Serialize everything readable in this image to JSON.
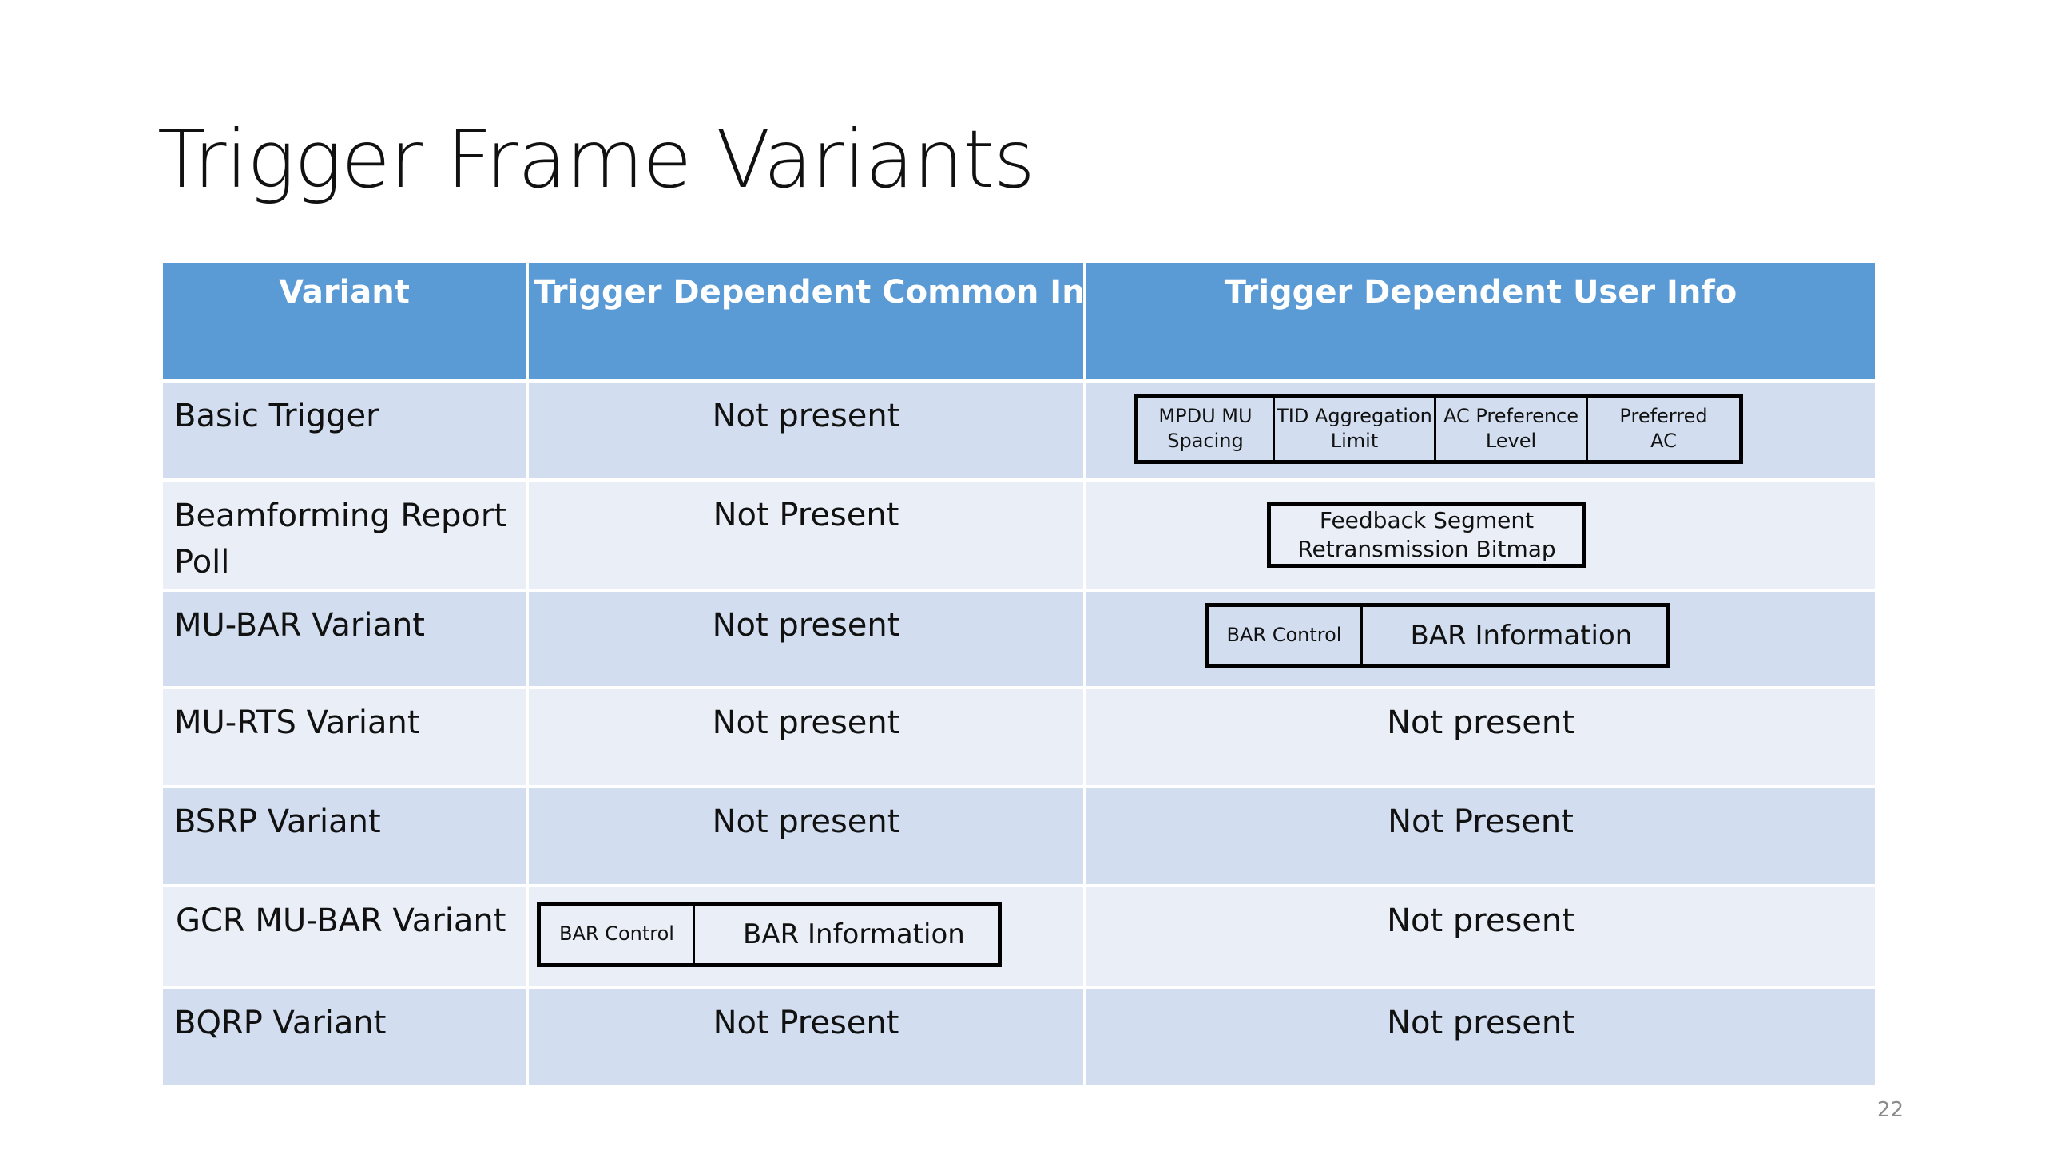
{
  "slide": {
    "title": "Trigger Frame Variants",
    "page_number": "22"
  },
  "table": {
    "headers": [
      "Variant",
      "Trigger Dependent Common Info",
      "Trigger Dependent User Info"
    ],
    "rows": [
      {
        "variant": "Basic Trigger",
        "common_info": "Not present",
        "user_info_fields": [
          {
            "line1": "MPDU MU",
            "line2": "Spacing"
          },
          {
            "line1": "TID Aggregation",
            "line2": "Limit"
          },
          {
            "line1": "AC Preference",
            "line2": "Level"
          },
          {
            "line1": "Preferred",
            "line2": "AC"
          }
        ]
      },
      {
        "variant_line1": "Beamforming Report",
        "variant_line2": "Poll",
        "common_info": "Not Present",
        "user_info_fields": [
          {
            "line1": "Feedback Segment",
            "line2": "Retransmission Bitmap"
          }
        ]
      },
      {
        "variant": "MU-BAR Variant",
        "common_info": "Not present",
        "user_info_fields": [
          {
            "label": "BAR Control"
          },
          {
            "label": "BAR Information"
          }
        ]
      },
      {
        "variant": "MU-RTS Variant",
        "common_info": "Not present",
        "user_info": "Not present"
      },
      {
        "variant": "BSRP Variant",
        "common_info": "Not present",
        "user_info": "Not Present"
      },
      {
        "variant": "GCR MU-BAR Variant",
        "common_info_fields": [
          {
            "label": "BAR Control"
          },
          {
            "label": "BAR Information"
          }
        ],
        "user_info": "Not present"
      },
      {
        "variant": "BQRP Variant",
        "common_info": "Not Present",
        "user_info": "Not present"
      }
    ]
  },
  "colors": {
    "header_bg": "#5b9bd5",
    "row_dark": "#d2deef",
    "row_light": "#eaeff7"
  }
}
